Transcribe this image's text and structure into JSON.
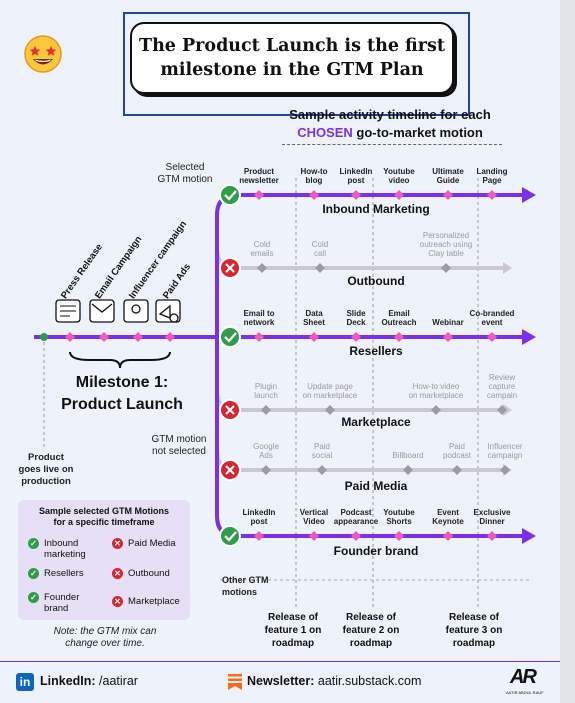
{
  "header": {
    "title_line1": "The Product Launch is the first",
    "title_line2": "milestone in the GTM Plan",
    "subtitle_line1": "Sample activity timeline for each",
    "subtitle_chosen": "CHOSEN",
    "subtitle_line2_rest": " go-to-market motion",
    "emoji": "star-struck-emoji"
  },
  "labels": {
    "selected_line1": "Selected",
    "selected_line2": "GTM motion",
    "not_selected_line1": "GTM motion",
    "not_selected_line2": "not selected",
    "product_live_line1": "Product",
    "product_live_line2": "goes live on",
    "product_live_line3": "production",
    "milestone_line1": "Milestone 1:",
    "milestone_line2": "Product Launch",
    "other_line1": "Other GTM",
    "other_line2": "motions"
  },
  "launch_activities": [
    "Press Release",
    "Email Campaign",
    "Influencer campaign",
    "Paid Ads"
  ],
  "motions": [
    {
      "name": "Inbound Marketing",
      "selected": true,
      "activities": [
        [
          "Product",
          "newsletter"
        ],
        [
          "How-to",
          "blog"
        ],
        [
          "LinkedIn",
          "post"
        ],
        [
          "Youtube",
          "video"
        ],
        [
          "Ultimate",
          "Guide"
        ],
        [
          "Landing",
          "Page"
        ]
      ]
    },
    {
      "name": "Outbound",
      "selected": false,
      "activities": [
        [
          "Cold",
          "emails"
        ],
        [
          "Cold",
          "call"
        ],
        [
          "Personalized",
          "outreach using",
          "Clay table"
        ]
      ]
    },
    {
      "name": "Resellers",
      "selected": true,
      "activities": [
        [
          "Email to",
          "network"
        ],
        [
          "Data",
          "Sheet"
        ],
        [
          "Slide",
          "Deck"
        ],
        [
          "Email",
          "Outreach"
        ],
        [
          "Webinar"
        ],
        [
          "Co-branded",
          "event"
        ]
      ]
    },
    {
      "name": "Marketplace",
      "selected": false,
      "activities": [
        [
          "Plugin",
          "launch"
        ],
        [
          "Update page",
          "on marketplace"
        ],
        [
          "How-to video",
          "on marketplace"
        ],
        [
          "Review",
          "capture",
          "campain"
        ]
      ]
    },
    {
      "name": "Paid Media",
      "selected": false,
      "activities": [
        [
          "Google",
          "Ads"
        ],
        [
          "Paid",
          "social"
        ],
        [
          "Billboard"
        ],
        [
          "Paid",
          "podcast"
        ],
        [
          "Influencer",
          "campaign"
        ]
      ]
    },
    {
      "name": "Founder brand",
      "selected": true,
      "activities": [
        [
          "LinkedIn",
          "post"
        ],
        [
          "Vertical",
          "Video"
        ],
        [
          "Podcast",
          "appearance"
        ],
        [
          "Youtube",
          "Shorts"
        ],
        [
          "Event",
          "Keynote"
        ],
        [
          "Exclusive",
          "Dinner"
        ]
      ]
    }
  ],
  "releases": [
    [
      "Release of",
      "feature 1 on",
      "roadmap"
    ],
    [
      "Release of",
      "feature 2 on",
      "roadmap"
    ],
    [
      "Release of",
      "feature 3 on",
      "roadmap"
    ]
  ],
  "legend": {
    "title_line1": "Sample selected GTM Motions",
    "title_line2": "for a specific timeframe",
    "items": [
      {
        "status": "selected",
        "label": [
          "Inbound",
          "marketing"
        ]
      },
      {
        "status": "not-selected",
        "label": [
          "Paid Media"
        ]
      },
      {
        "status": "selected",
        "label": [
          "Resellers"
        ]
      },
      {
        "status": "not-selected",
        "label": [
          "Outbound"
        ]
      },
      {
        "status": "selected",
        "label": [
          "Founder",
          "brand"
        ]
      },
      {
        "status": "not-selected",
        "label": [
          "Marketplace"
        ]
      }
    ],
    "note_line1": "Note: the GTM mix can",
    "note_line2": "change over time."
  },
  "footer": {
    "linkedin_label": "LinkedIn:",
    "linkedin_handle": "/aatirar",
    "newsletter_label": "Newsletter:",
    "newsletter_url": "aatir.substack.com",
    "logo_text": "AR",
    "logo_caption": "AATIR ABDUL RAUF"
  },
  "colors": {
    "purple": "#7b2ff2",
    "pink": "#f25ab7",
    "green": "#2e9e48",
    "red": "#d7262e",
    "grey_line": "#c9c9cf",
    "grey_diamond": "#9b9ba3"
  }
}
